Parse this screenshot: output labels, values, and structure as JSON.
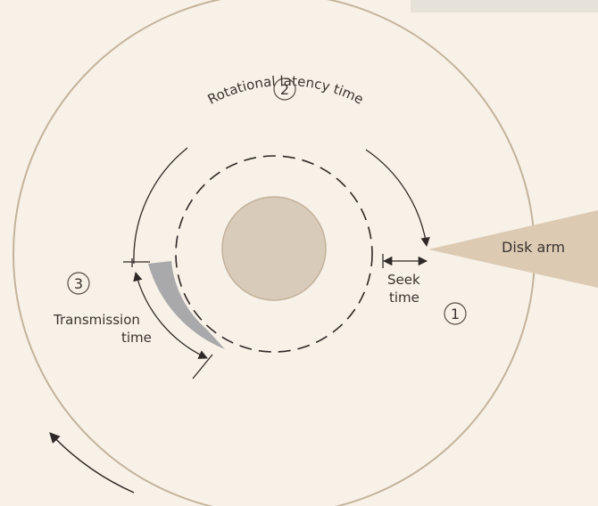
{
  "labels": {
    "rotational_latency": "Rotational latency time",
    "seek_line1": "Seek",
    "seek_line2": "time",
    "transmission_line1": "Transmission",
    "transmission_line2": "time",
    "disk_arm": "Disk arm"
  },
  "steps": [
    {
      "number": "1"
    },
    {
      "number": "2"
    },
    {
      "number": "3"
    }
  ],
  "colors": {
    "background": "#f7f1e7",
    "platter_outline": "#c4b39c",
    "spindle": "#d9cbb9",
    "disk_arm": "#dccab3",
    "sector": "#a9a9ab",
    "ink": "#2f2a27"
  }
}
